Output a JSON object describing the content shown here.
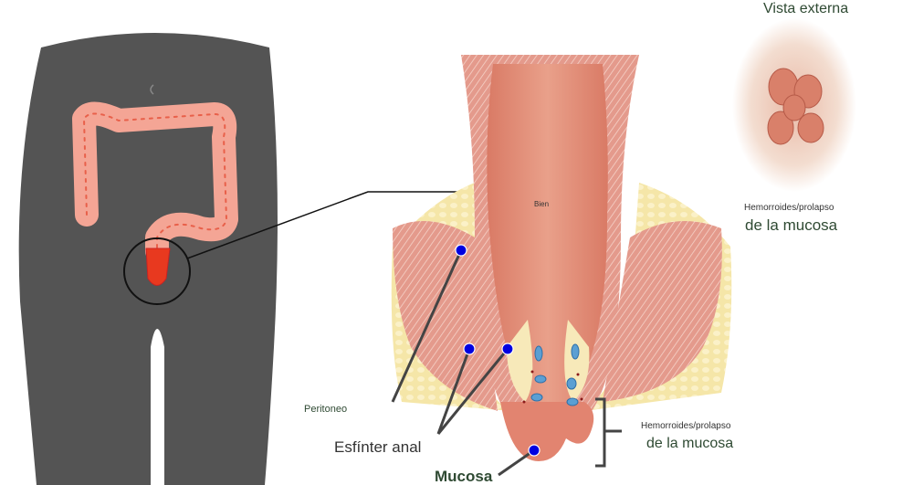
{
  "labels": {
    "external_view_title": "Vista externa",
    "rectum_label": "Bien",
    "external_caption_line1": "Hemorroides/prolapso",
    "external_caption_line2": "de la mucosa",
    "peritoneum": "Peritoneo",
    "anal_sphincter": "Esfínter anal",
    "mucosa": "Mucosa",
    "hemorrhoid_caption_line1": "Hemorroides/prolapso",
    "hemorrhoid_caption_line2": "de la mucosa"
  },
  "colors": {
    "body": "#545454",
    "colon": "#f4a595",
    "rectum_highlight": "#e8391f",
    "marker": "#0000e0",
    "text": "#2f4a33"
  }
}
